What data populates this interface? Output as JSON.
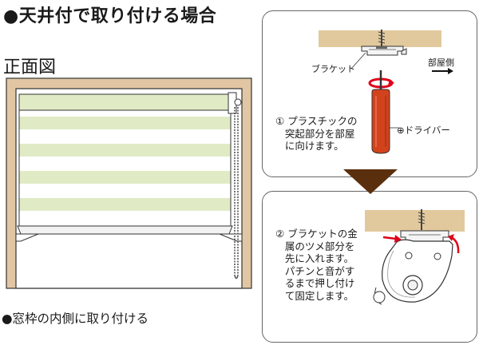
{
  "title": "●天井付で取り付ける場合",
  "front_view_label": "正面図",
  "bullet_note": "●窓枠の内側に取り付ける",
  "labels": {
    "bracket": "ブラケット",
    "room_side": "部屋側",
    "screwdriver": "⊕ドライバー"
  },
  "steps": [
    {
      "number": "①",
      "text": "プラスチックの\n突起部分を部屋\nに向けます。"
    },
    {
      "number": "②",
      "text": "ブラケットの金\n属のツメ部分を\n先に入れます。\nパチンと音がす\nるまで押し付け\nて固定します。"
    }
  ],
  "colors": {
    "wood": "#e1c99d",
    "frame_wood": "#e2c6a3",
    "stripe_green": "#e0ebc5",
    "screwdriver_red": "#d2421c",
    "arrow_red": "#e0001a",
    "flow_arrow": "#5a2f0e"
  },
  "icons": [
    "ceiling-board",
    "bracket-icon",
    "screw-icon",
    "screwdriver-icon",
    "rotation-arrow-icon",
    "down-arrow-icon",
    "push-arrow-icon"
  ]
}
